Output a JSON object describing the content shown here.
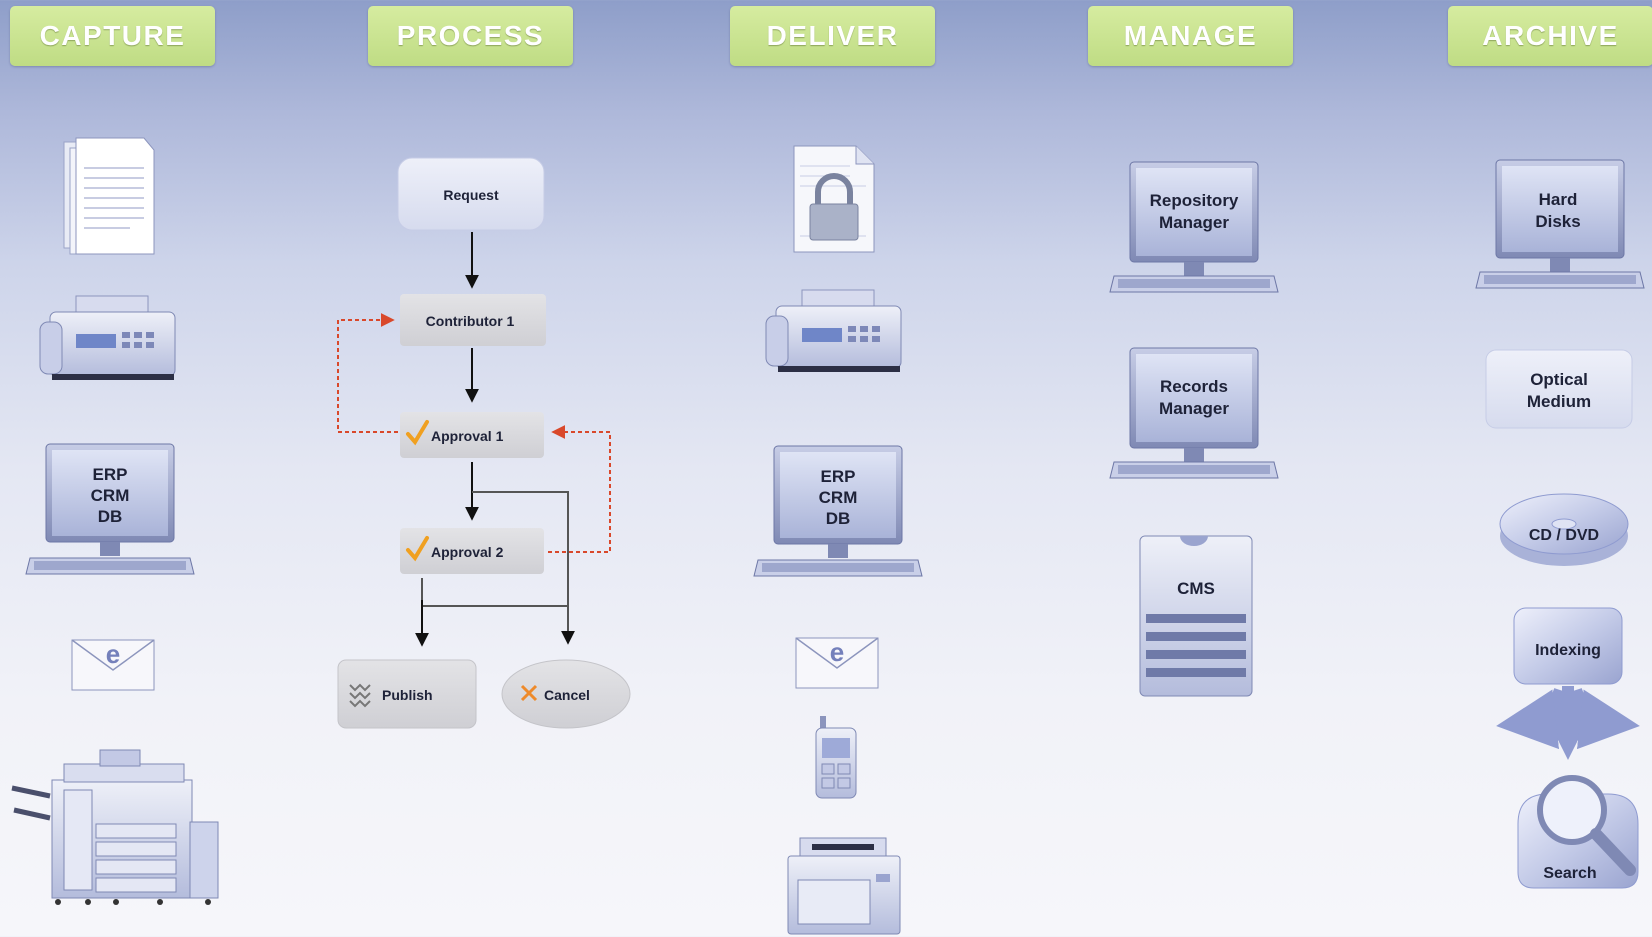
{
  "headers": {
    "capture": "CAPTURE",
    "process": "PROCESS",
    "deliver": "DELIVER",
    "manage": "MANAGE",
    "archive": "ARCHIVE"
  },
  "capture": {
    "monitor_line1": "ERP",
    "monitor_line2": "CRM",
    "monitor_line3": "DB",
    "email_glyph": "e"
  },
  "process": {
    "request": "Request",
    "contributor": "Contributor 1",
    "approval1": "Approval 1",
    "approval2": "Approval 2",
    "publish": "Publish",
    "cancel": "Cancel"
  },
  "deliver": {
    "monitor_line1": "ERP",
    "monitor_line2": "CRM",
    "monitor_line3": "DB",
    "email_glyph": "e"
  },
  "manage": {
    "repo_line1": "Repository",
    "repo_line2": "Manager",
    "records_line1": "Records",
    "records_line2": "Manager",
    "cms": "CMS"
  },
  "archive": {
    "disks_line1": "Hard",
    "disks_line2": "Disks",
    "optical_line1": "Optical",
    "optical_line2": "Medium",
    "cd": "CD / DVD",
    "indexing": "Indexing",
    "search": "Search"
  },
  "colors": {
    "header_green": "#c4e08b",
    "dashed_red": "#d9482b",
    "check_orange": "#f0a020",
    "cancel_x": "#ee8a2a"
  },
  "icons": {
    "capture": [
      "document-stack-icon",
      "fax-machine-icon",
      "computer-icon",
      "email-icon",
      "copier-icon"
    ],
    "deliver": [
      "locked-document-icon",
      "fax-machine-icon",
      "computer-icon",
      "email-icon",
      "pda-icon",
      "printer-icon"
    ],
    "manage": [
      "computer-icon",
      "computer-icon",
      "server-tower-icon"
    ],
    "archive": [
      "computer-icon",
      "optical-medium-box",
      "cd-dvd-icon",
      "indexing-arrows-icon",
      "magnifier-search-icon"
    ]
  }
}
